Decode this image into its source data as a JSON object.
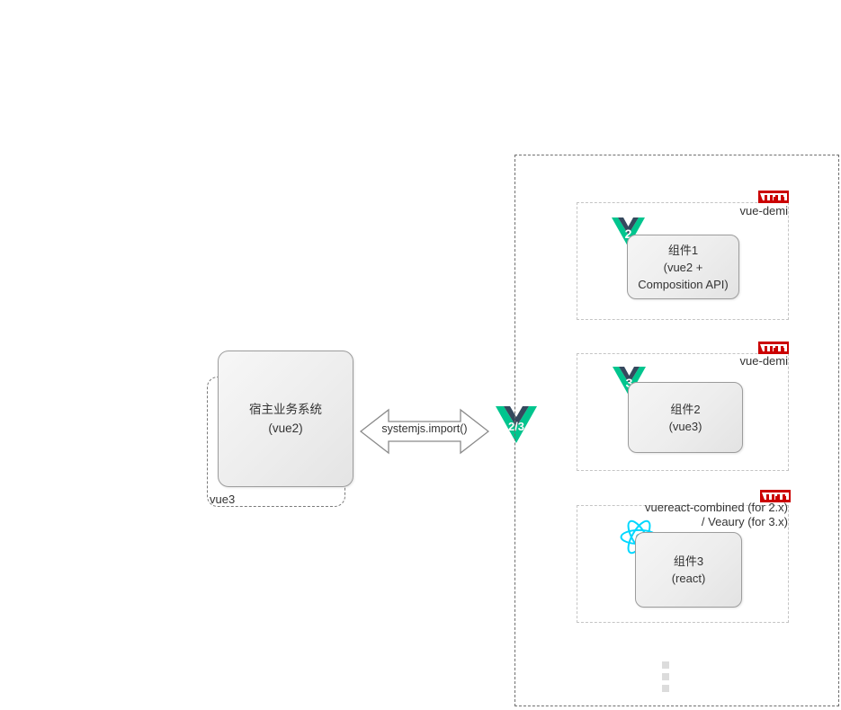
{
  "diagram": {
    "host": {
      "shadow_label": "vue3",
      "title": "宿主业务系统",
      "subtitle": "(vue2)"
    },
    "connector": {
      "label": "systemjs.import()",
      "icon": "double-arrow-icon"
    },
    "center_logo": {
      "icon": "vue-logo-icon",
      "badge": "2/3"
    },
    "groups": [
      {
        "package_label": "vue-demi",
        "registry_icon": "npm-logo-icon",
        "framework_icon": "vue-logo-icon",
        "framework_badge": "2",
        "component": {
          "title": "组件1",
          "line2": "(vue2 +",
          "line3": "Composition API)"
        }
      },
      {
        "package_label": "vue-demi",
        "registry_icon": "npm-logo-icon",
        "framework_icon": "vue-logo-icon",
        "framework_badge": "3",
        "component": {
          "title": "组件2",
          "line2": "(vue3)",
          "line3": ""
        }
      },
      {
        "package_label": "vuereact-combined (for 2.x)\n/ Veaury (for 3.x)",
        "registry_icon": "npm-logo-icon",
        "framework_icon": "react-logo-icon",
        "framework_badge": "",
        "component": {
          "title": "组件3",
          "line2": "(react)",
          "line3": ""
        }
      }
    ],
    "more_indicator": "vertical-ellipsis-icon",
    "colors": {
      "vue_green": "#41B883",
      "vue_green_dark": "#00C58E",
      "vue_navy": "#35495E",
      "react_cyan": "#00D8FF",
      "npm_red": "#CB0000",
      "dashed_outer": "#6F6F6F",
      "dashed_inner": "#C4C4C4",
      "box_border": "#9C9C9C",
      "text": "#333333"
    }
  }
}
